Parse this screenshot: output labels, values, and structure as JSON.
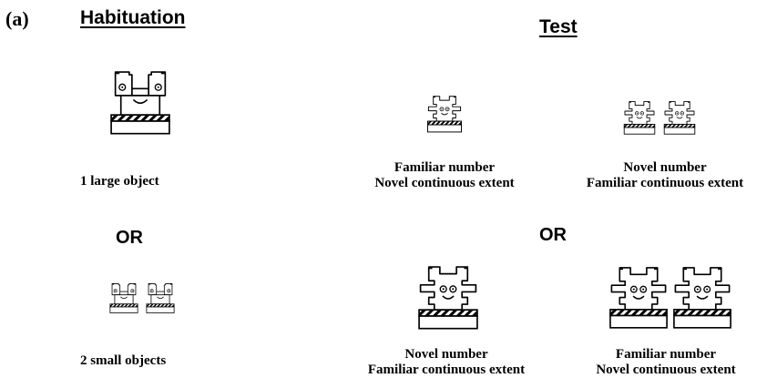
{
  "panel_label": "(a)",
  "habituation": {
    "heading": "Habituation",
    "option_1_caption": "1 large object",
    "or_label": "OR",
    "option_2_caption": "2 small objects"
  },
  "test": {
    "heading": "Test",
    "or_label": "OR",
    "top_left": {
      "line1": "Familiar number",
      "line2": "Novel continuous extent"
    },
    "top_right": {
      "line1": "Novel number",
      "line2": "Familiar continuous extent"
    },
    "bottom_left": {
      "line1": "Novel number",
      "line2": "Familiar continuous extent"
    },
    "bottom_right": {
      "line1": "Familiar number",
      "line2": "Novel continuous extent"
    }
  }
}
